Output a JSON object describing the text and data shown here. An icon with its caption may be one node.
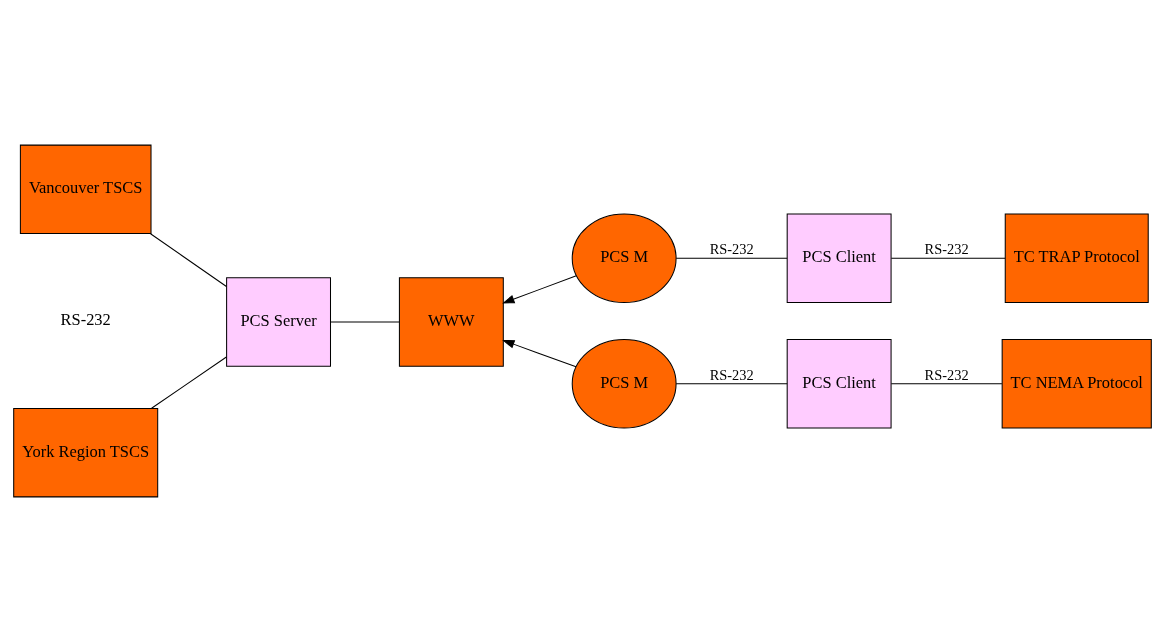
{
  "diagram": {
    "nodes": [
      {
        "text": [
          "Vancouver TSCS"
        ]
      },
      {
        "text": [
          "York Region TSCS"
        ]
      },
      {
        "text": [
          "PCS Server"
        ]
      },
      {
        "text": [
          "WWW"
        ]
      },
      {
        "text": [
          "PCS M"
        ]
      },
      {
        "text": [
          "PCS Client"
        ]
      },
      {
        "text": [
          "TC TRAP Protocol"
        ]
      },
      {
        "text": [
          "PCS M"
        ]
      },
      {
        "text": [
          "PCS Client"
        ]
      },
      {
        "text": [
          "TC NEMA Protocol"
        ]
      }
    ],
    "edges": [
      {
        "from": 0,
        "to": 2,
        "arrow": "none"
      },
      {
        "from": 1,
        "to": 2,
        "arrow": "none"
      },
      {
        "from": 2,
        "to": 3,
        "arrow": "none"
      },
      {
        "from": 4,
        "to": 3,
        "arrow": "to"
      },
      {
        "from": 7,
        "to": 3,
        "arrow": "to"
      },
      {
        "from": 4,
        "to": 5,
        "arrow": "none",
        "label": "RS-232"
      },
      {
        "from": 5,
        "to": 6,
        "arrow": "none",
        "label": "RS-232"
      },
      {
        "from": 7,
        "to": 8,
        "arrow": "none",
        "label": "RS-232"
      },
      {
        "from": 8,
        "to": 9,
        "arrow": "none",
        "label": "RS-232"
      }
    ],
    "labels": [
      "RS-232"
    ]
  }
}
